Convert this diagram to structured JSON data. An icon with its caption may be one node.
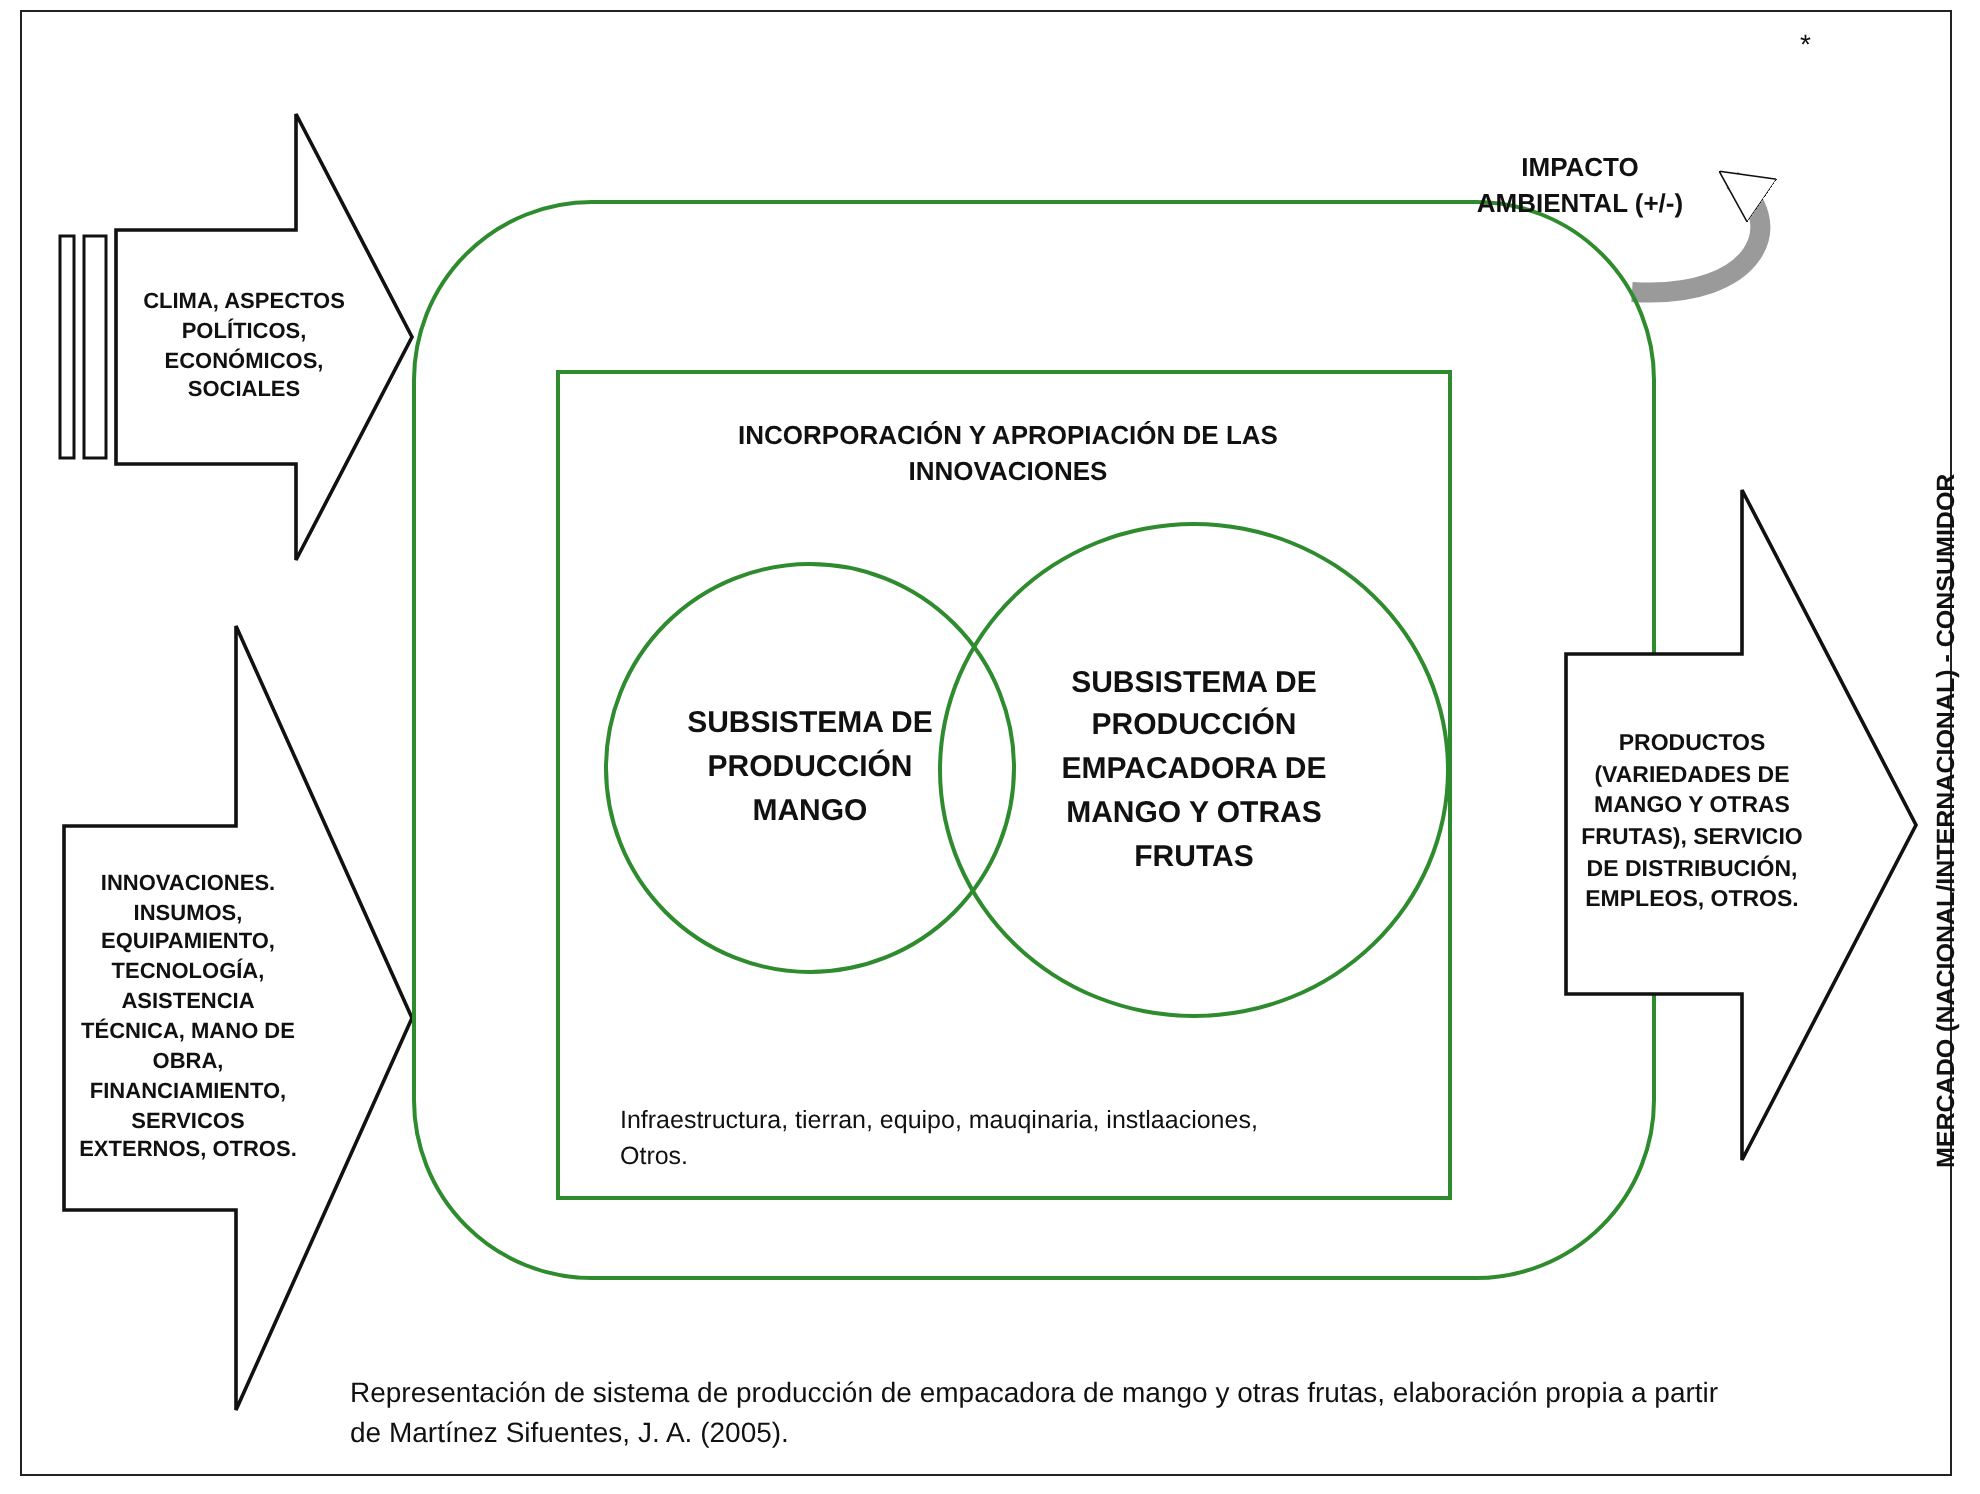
{
  "diagram": {
    "caption": "Representación de sistema de producción de empacadora de mango y otras frutas, elaboración propia a partir de Martínez Sifuentes, J. A. (2005).",
    "nodes": [
      {
        "text": [
          "CLIMA, ASPECTOS POLÍTICOS, ECONÓMICOS, SOCIALES"
        ]
      },
      {
        "text": [
          "INNOVACIONES. INSUMOS, EQUIPAMIENTO, TECNOLOGÍA, ASISTENCIA TÉCNICA, MANO DE OBRA, FINANCIAMIENTO, SERVICOS EXTERNOS, OTROS."
        ]
      },
      {
        "text": [],
        "shape": "box"
      },
      {
        "text": [
          "INCORPORACIÓN Y APROPIACIÓN DE LAS INNOVACIONES",
          "Infraestructura, tierran, equipo, mauqinaria, instlaaciones, Otros."
        ],
        "in": 2
      },
      {
        "text": [
          "SUBSISTEMA DE PRODUCCIÓN MANGO"
        ],
        "in": 3
      },
      {
        "text": [
          "SUBSISTEMA DE PRODUCCIÓN EMPACADORA DE MANGO Y OTRAS FRUTAS"
        ],
        "in": 3
      },
      {
        "text": [
          "PRODUCTOS (VARIEDADES DE MANGO Y OTRAS FRUTAS), SERVICIO DE DISTRIBUCIÓN, EMPLEOS, OTROS."
        ]
      },
      {
        "text": [
          "IMPACTO AMBIENTAL (+/-)"
        ]
      }
    ],
    "edges": [
      {
        "from": 2,
        "to": 7,
        "arrow": "to"
      }
    ],
    "labels": [
      "*",
      "MERCADO (NACIONAL/INTERNACIONAL) - CONSUMIDOR"
    ]
  }
}
